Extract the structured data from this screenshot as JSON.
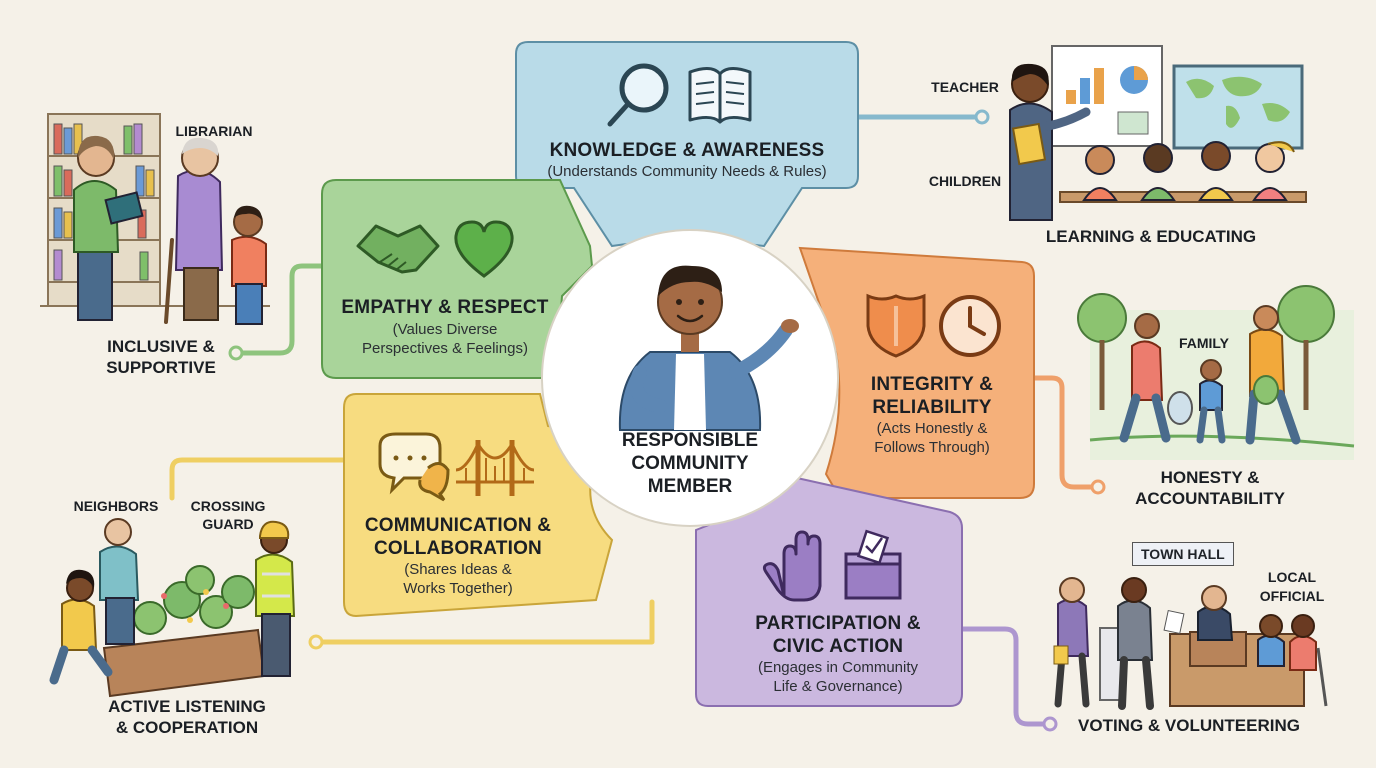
{
  "center": {
    "line1": "RESPONSIBLE",
    "line2": "COMMUNITY",
    "line3": "MEMBER"
  },
  "sections": {
    "knowledge": {
      "title": "KNOWLEDGE & AWARENESS",
      "subtitle": "(Understands Community Needs & Rules)",
      "color": "#b9dbe8"
    },
    "empathy": {
      "title": "EMPATHY & RESPECT",
      "sub1": "(Values Diverse",
      "sub2": "Perspectives & Feelings)",
      "color": "#a9d49a"
    },
    "integrity": {
      "title1": "INTEGRITY &",
      "title2": "RELIABILITY",
      "sub1": "(Acts Honestly &",
      "sub2": "Follows Through)",
      "color": "#f5b07a"
    },
    "communication": {
      "title1": "COMMUNICATION &",
      "title2": "COLLABORATION",
      "sub1": "(Shares Ideas &",
      "sub2": "Works Together)",
      "color": "#f7dc80"
    },
    "participation": {
      "title1": "PARTICIPATION &",
      "title2": "CIVIC ACTION",
      "sub1": "(Engages in Community",
      "sub2": "Life & Governance)",
      "color": "#cbb8df"
    }
  },
  "scenes": {
    "inclusive": {
      "caption1": "INCLUSIVE &",
      "caption2": "SUPPORTIVE",
      "role": "LIBRARIAN"
    },
    "learning": {
      "caption": "LEARNING & EDUCATING",
      "role1": "TEACHER",
      "role2": "CHILDREN"
    },
    "honesty": {
      "caption1": "HONESTY &",
      "caption2": "ACCOUNTABILITY",
      "role": "FAMILY"
    },
    "listening": {
      "caption1": "ACTIVE LISTENING",
      "caption2": "& COOPERATION",
      "role1": "NEIGHBORS",
      "role2a": "CROSSING",
      "role2b": "GUARD"
    },
    "voting": {
      "caption": "VOTING & VOLUNTEERING",
      "sign": "TOWN HALL",
      "role1": "LOCAL",
      "role2": "OFFICIAL"
    }
  },
  "icons": [
    "magnifier-icon",
    "book-icon",
    "handshake-icon",
    "heart-icon",
    "shield-icon",
    "clock-icon",
    "speech-bubbles-icon",
    "bridge-icon",
    "raised-hand-icon",
    "ballot-box-icon"
  ]
}
